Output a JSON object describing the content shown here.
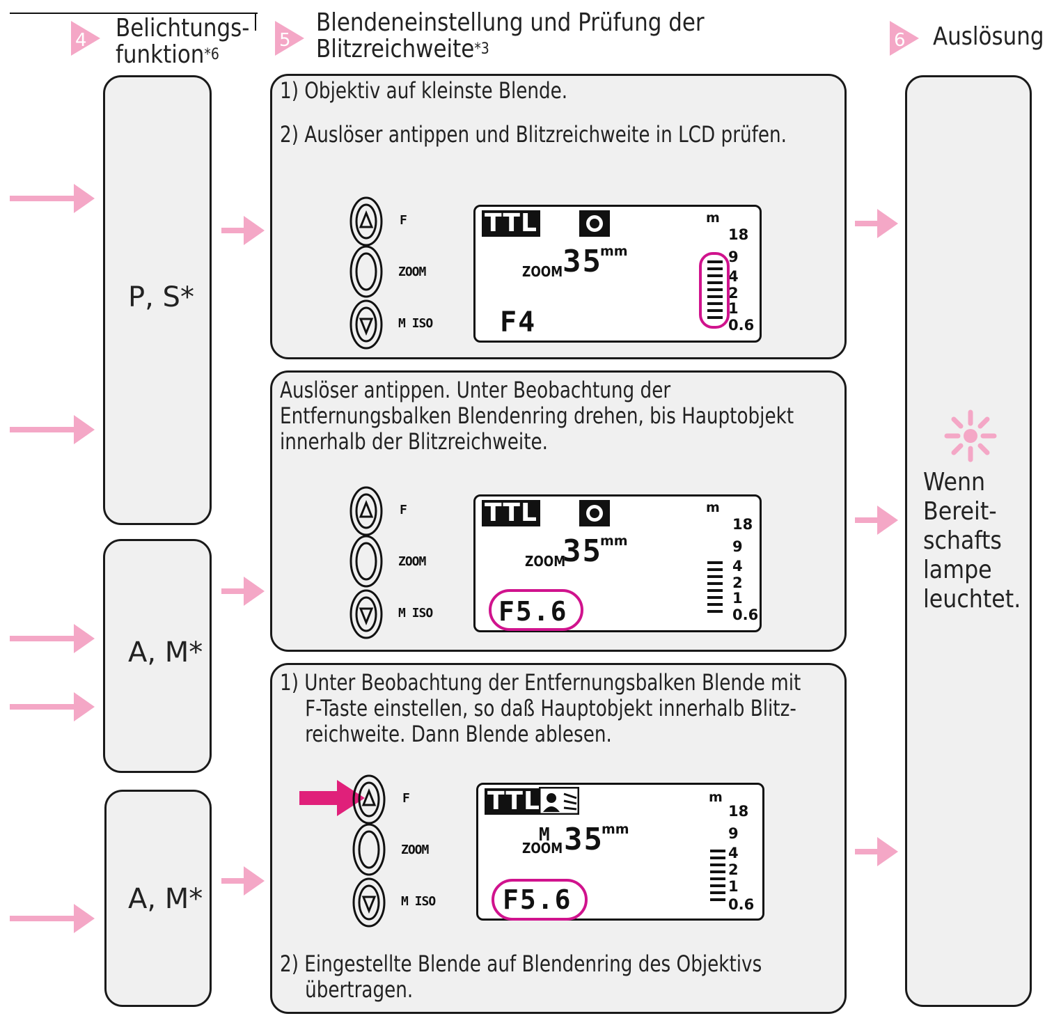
{
  "colors": {
    "accent": "#f4a7c6",
    "highlight": "#d0138d",
    "arrow_strong": "#e0207a",
    "box_bg": "#f0f0f0"
  },
  "steps": [
    {
      "number": "4",
      "label_line1": "Belichtungs-",
      "label_line2": "funktion",
      "sup": "*6"
    },
    {
      "number": "5",
      "label_line1": "Blendeneinstellung und Prüfung der",
      "label_line2": "Blitzreichweite",
      "sup": "*3"
    },
    {
      "number": "6",
      "label_line1": "Auslösung"
    }
  ],
  "modes": [
    "P, S*",
    "A, M*",
    "A, M*"
  ],
  "panels": [
    {
      "line1": "1) Objektiv auf kleinste Blende.",
      "line2": "2) Auslöser antippen und Blitzreichweite in LCD prüfen."
    },
    {
      "line1": "Auslöser antippen. Unter Beobachtung der",
      "line2": "Entfernungsbalken Blendenring  drehen, bis Hauptobjekt",
      "line3": "innerhalb der Blitzreichweite."
    },
    {
      "line1": "1) Unter Beobachtung der Entfernungsbalken Blende mit",
      "line2": "F-Taste einstellen, so daß Hauptobjekt innerhalb Blitz-",
      "line3": "reichweite. Dann Blende ablesen.",
      "line4": "2) Eingestellte Blende auf Blendenring des Objektivs",
      "line5": "übertragen."
    }
  ],
  "buttons": {
    "f": "F",
    "zoom": "ZOOM",
    "mode": "M ISO"
  },
  "lcds": [
    {
      "ttl": "TTL",
      "zoom_label": "ZOOM",
      "focal": "35",
      "unit": "mm",
      "aperture": "F4",
      "m_unit": "m",
      "scale": [
        "18",
        "9",
        "4",
        "2",
        "1",
        "0.6"
      ]
    },
    {
      "ttl": "TTL",
      "zoom_label": "ZOOM",
      "focal": "35",
      "unit": "mm",
      "aperture": "F5.6",
      "m_unit": "m",
      "scale": [
        "18",
        "9",
        "4",
        "2",
        "1",
        "0.6"
      ]
    },
    {
      "ttl": "TTL",
      "zoom_label": "ZOOM",
      "zoom_prefix": "M",
      "focal": "35",
      "unit": "mm",
      "aperture": "F5.6",
      "m_unit": "m",
      "scale": [
        "18",
        "9",
        "4",
        "2",
        "1",
        "0.6"
      ]
    }
  ],
  "ready": {
    "line1": "Wenn",
    "line2": "Bereit-",
    "line3": "schafts",
    "line4": "lampe",
    "line5": "leuchtet."
  },
  "icons": [
    "step-badge-icon",
    "arrow-right-icon",
    "ready-lamp-icon",
    "flash-metering-icon",
    "up-button-icon",
    "down-button-icon"
  ]
}
